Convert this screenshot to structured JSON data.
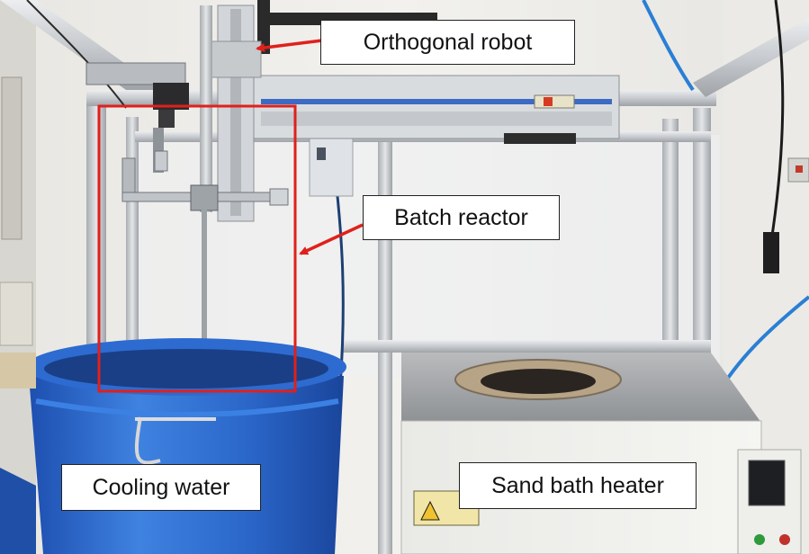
{
  "labels": {
    "orthogonal_robot": "Orthogonal robot",
    "batch_reactor": "Batch reactor",
    "cooling_water": "Cooling water",
    "sand_bath_heater": "Sand bath heater"
  },
  "colors": {
    "highlight_box": "#e0201c",
    "arrow": "#e0201c",
    "bucket_blue": "#2f6fd0",
    "frame_aluminum": "#c9ccd0",
    "label_border": "#222222"
  }
}
